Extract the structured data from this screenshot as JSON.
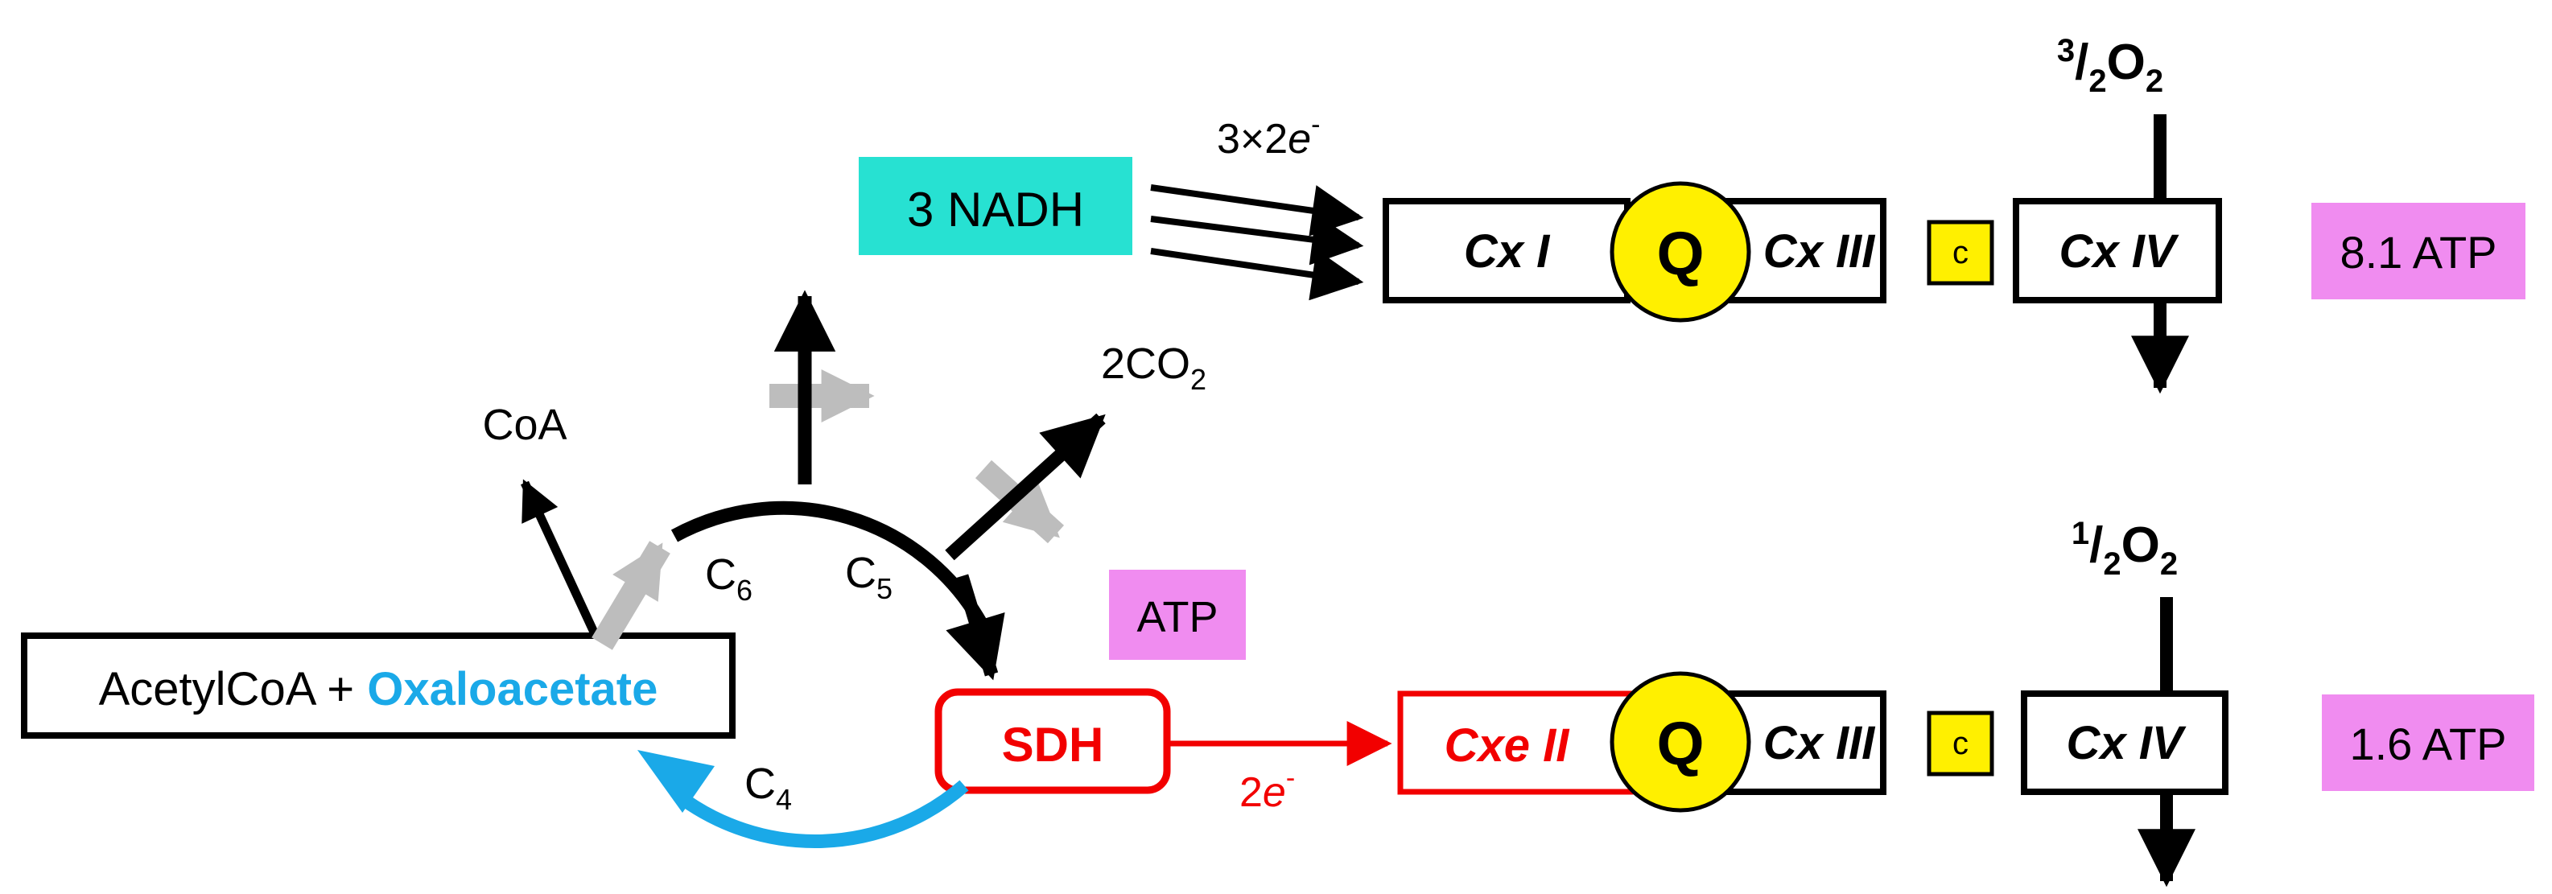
{
  "top_pathway": {
    "nadh_label": "3 NADH",
    "electrons_count": "3×2",
    "electrons_symbol": "e",
    "electrons_charge": "-",
    "complex_1": "Cx I",
    "q_label": "Q",
    "complex_3": "Cx III",
    "cytc_label": "c",
    "complex_4": "Cx IV",
    "oxygen_num": "3",
    "oxygen_slash": "/",
    "oxygen_den": "2",
    "oxygen_o": "O",
    "oxygen_sub": "2",
    "atp_yield": "8.1 ATP"
  },
  "bottom_pathway": {
    "sdh_label": "SDH",
    "electrons_count": "2",
    "electrons_symbol": "e",
    "electrons_charge": "-",
    "complex_2": "Cxe II",
    "q_label": "Q",
    "complex_3": "Cx III",
    "cytc_label": "c",
    "complex_4": "Cx IV",
    "oxygen_num": "1",
    "oxygen_slash": "/",
    "oxygen_den": "2",
    "oxygen_o": "O",
    "oxygen_sub": "2",
    "atp_yield": "1.6 ATP"
  },
  "tca_cycle": {
    "substrate_part1": "AcetylCoA + ",
    "substrate_part2": "Oxaloacetate",
    "coa_label": "CoA",
    "co2_prefix": "2CO",
    "co2_sub": "2",
    "atp_label": "ATP",
    "c6_base": "C",
    "c6_sub": "6",
    "c5_base": "C",
    "c5_sub": "5",
    "c4_base": "C",
    "c4_sub": "4"
  },
  "colors": {
    "nadh_box": "#27E1D2",
    "atp_box": "#F08CF0",
    "q_circle": "#FFF000",
    "cytc_box": "#FFF000",
    "sdh_red": "#F20000",
    "oxaloacetate_blue": "#1AA9E8",
    "gray_arrow": "#BDBDBD"
  }
}
